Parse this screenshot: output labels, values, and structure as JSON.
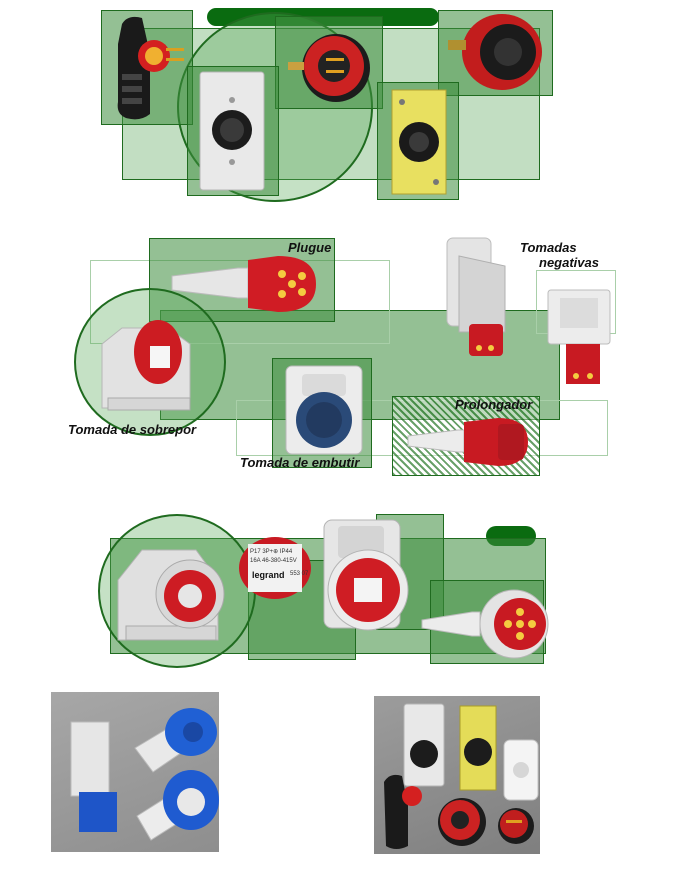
{
  "labels": {
    "plugue": "Plugue",
    "tomadas_negativas_line1": "Tomadas",
    "tomadas_negativas_line2": "negativas",
    "tomada_sobrepor": "Tomada de sobrepor",
    "prolongador": "Prolongador",
    "tomada_embutir": "Tomada de embutir"
  },
  "badge": {
    "line1": "P17  3P+⊕  IP44",
    "line2": "16A  46-380-415V",
    "brand": "legrand",
    "code": "553 07"
  },
  "colors": {
    "accent_green": "#0a6b10",
    "overlay_green": "#3c8c3c",
    "plug_red": "#c81a22",
    "plug_blue": "#1f5bd0",
    "photo_gray": "#9a9a9a"
  }
}
